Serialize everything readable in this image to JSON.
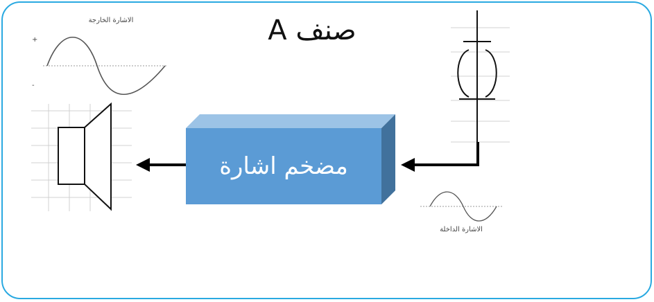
{
  "title": "صنف A",
  "amplifier_label": "مضخم اشارة",
  "output_signal_label": "الاشارة الخارجة",
  "input_signal_label": "الاشارة الداخلة",
  "output_graph_plus": "+",
  "output_graph_minus": "-",
  "colors": {
    "frame": "#29a9e1",
    "block_front": "#5b9bd5",
    "block_top": "#9cc3e6",
    "block_side": "#41719c",
    "arrows": "#000000",
    "grid": "#d0d0d0"
  }
}
